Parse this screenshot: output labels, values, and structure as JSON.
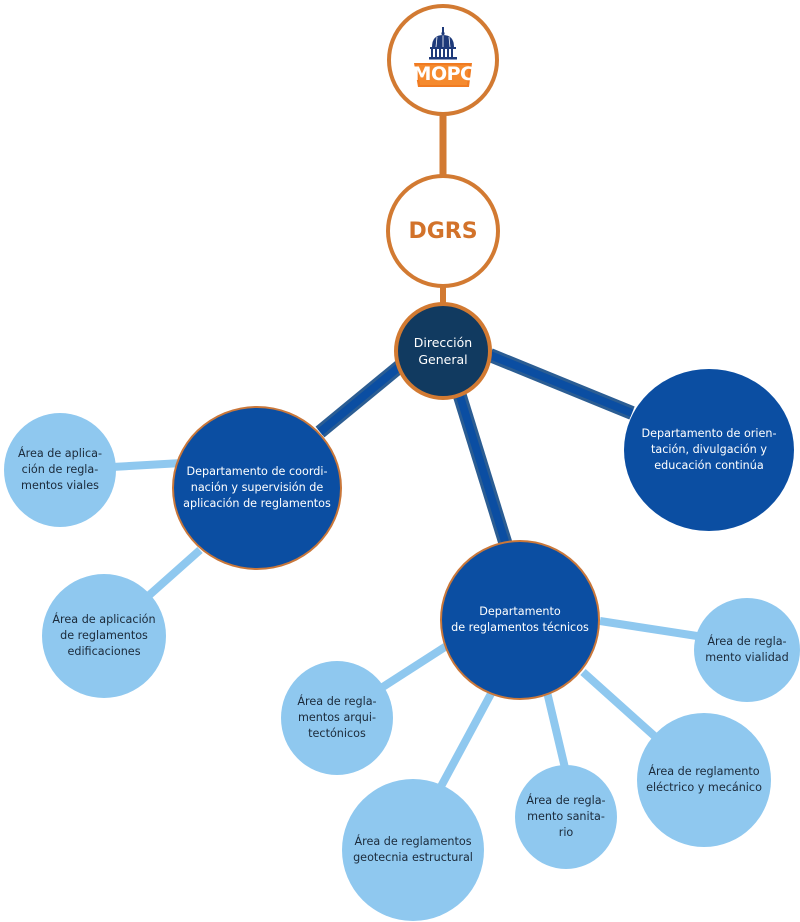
{
  "logo": {
    "text": "MOPC"
  },
  "dgrs": {
    "label": "DGRS"
  },
  "direccion": {
    "label": "Dirección\nGeneral"
  },
  "coordinacion": {
    "label": "Departamento de coordi-\nnación y supervisión de\naplicación de reglamentos"
  },
  "orientacion": {
    "label": "Departamento de orien-\ntación, divulgación y\neducación continúa"
  },
  "tecnicos": {
    "label": "Departamento\nde reglamentos técnicos"
  },
  "viales": {
    "label": "Área de aplica-\nción de regla-\nmentos viales"
  },
  "edificaciones": {
    "label": "Área de aplicación\nde reglamentos\nedificaciones"
  },
  "arquitectonicos": {
    "label": "Área de regla-\nmentos arqui-\ntectónicos"
  },
  "geotecnia": {
    "label": "Área de reglamentos\ngeotecnia estructural"
  },
  "sanitario": {
    "label": "Área de regla-\nmento sanita-\nrio"
  },
  "electrico": {
    "label": "Área de reglamento\neléctrico y mecánico"
  },
  "vialidad": {
    "label": "Área de regla-\nmento vialidad"
  },
  "colors": {
    "orange": "#d27a32",
    "navy": "#113a60",
    "blue": "#0b4ea2",
    "light_blue": "#8fc8ef"
  }
}
